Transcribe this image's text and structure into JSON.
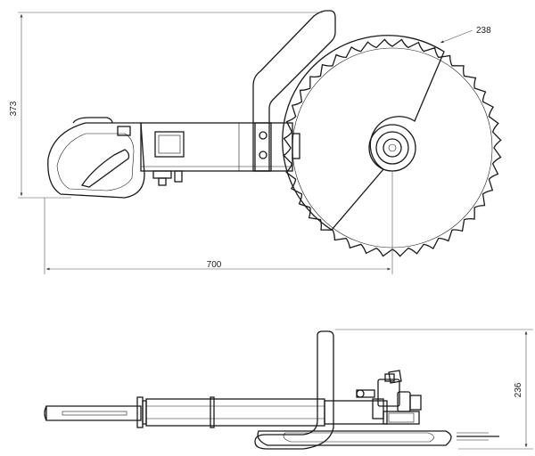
{
  "dimensions": {
    "blade_diameter": "238",
    "height_side_view": "373",
    "overall_length": "700",
    "height_top_view": "236"
  }
}
